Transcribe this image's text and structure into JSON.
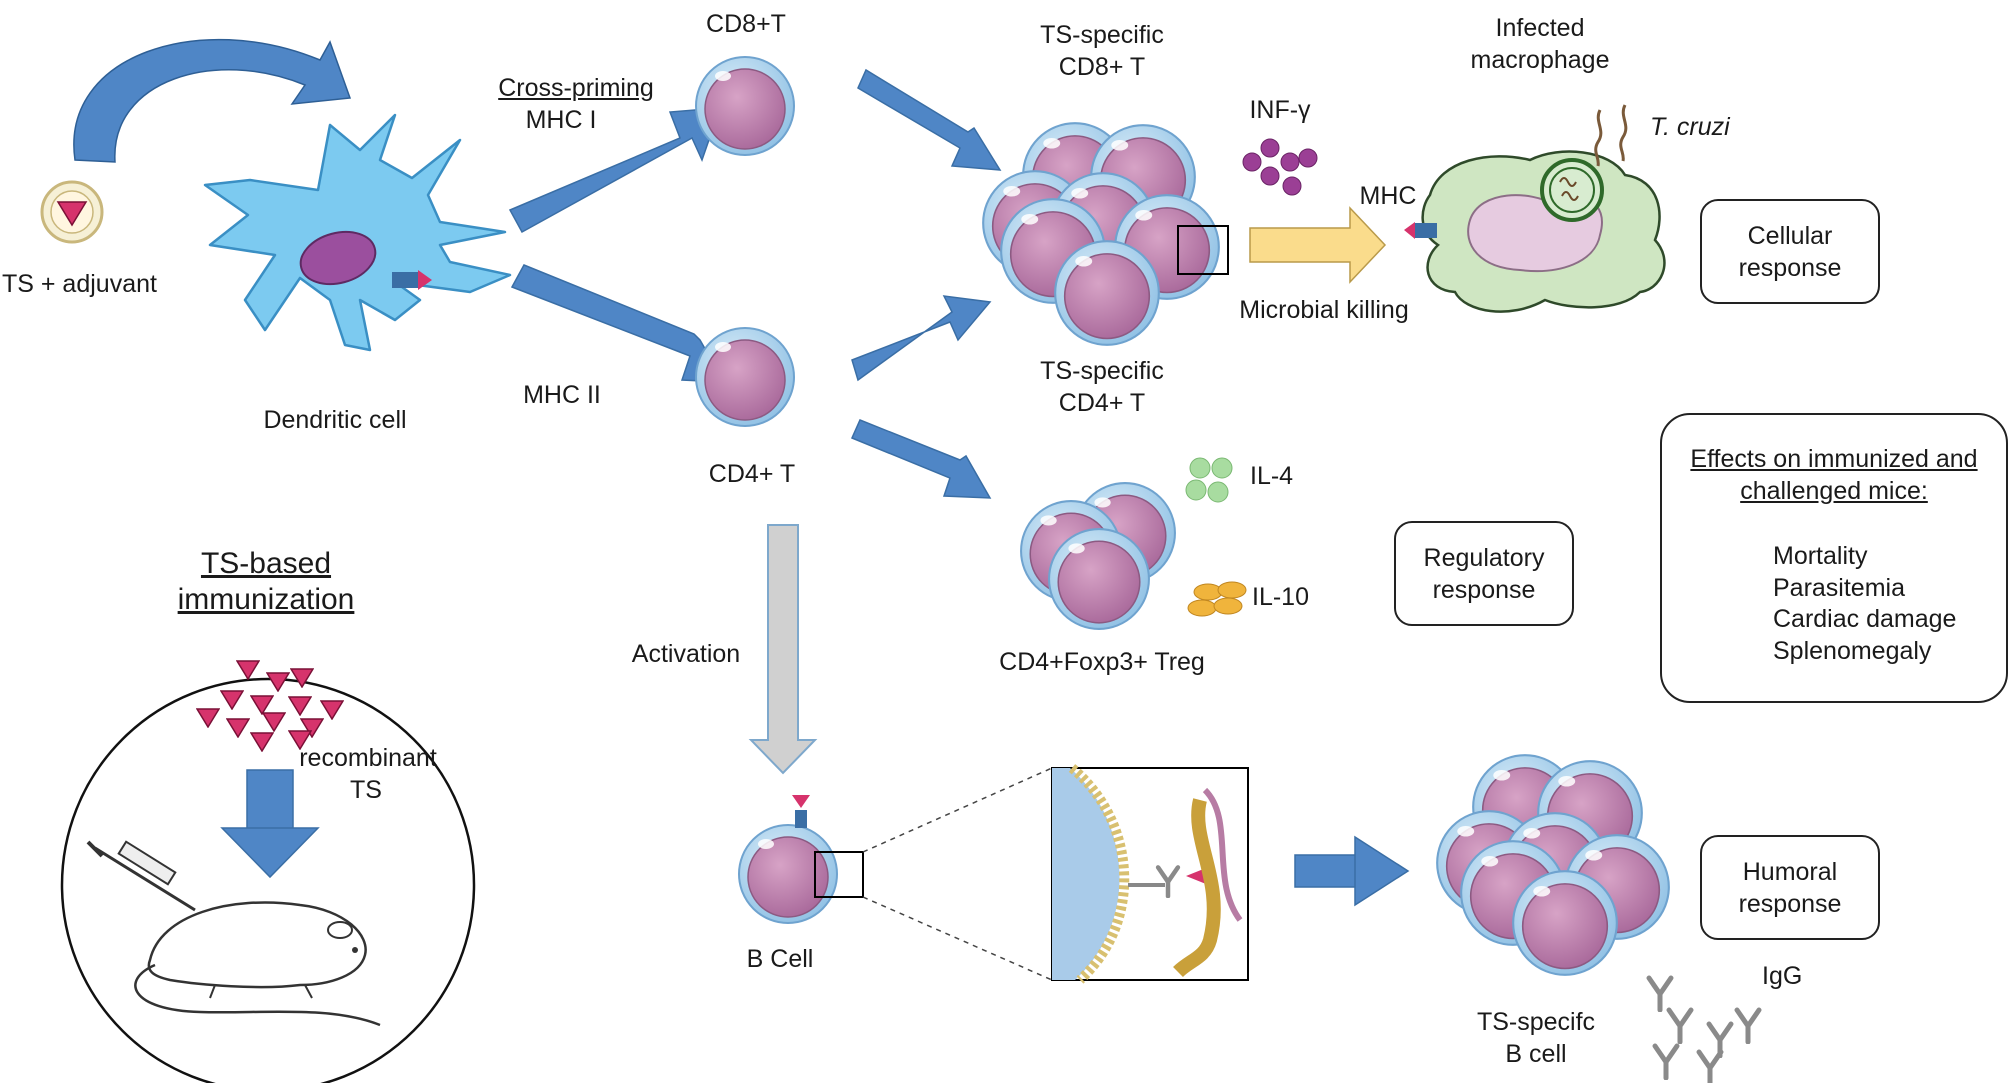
{
  "left": {
    "ts_adjuvant": "TS + adjuvant",
    "dendritic_cell": "Dendritic cell",
    "immunization_title_1": "TS-based",
    "immunization_title_2": "immunization",
    "recombinant_1": "recombinant",
    "recombinant_2": "TS"
  },
  "pathway": {
    "cross_priming": "Cross-priming",
    "mhc1": "MHC I",
    "mhc2": "MHC II",
    "cd8": "CD8+T",
    "cd4": "CD4+ T",
    "activation": "Activation",
    "b_cell": "B Cell"
  },
  "cellular": {
    "ts_cd8_1": "TS-specific",
    "ts_cd8_2": "CD8+ T",
    "ts_cd4_1": "TS-specific",
    "ts_cd4_2": "CD4+ T",
    "inf": "INF-γ",
    "mhc": "MHC",
    "microbial_killing": "Microbial killing",
    "macrophage_1": "Infected",
    "macrophage_2": "macrophage",
    "t_cruzi": "T. cruzi",
    "box_1": "Cellular",
    "box_2": "response"
  },
  "regulatory": {
    "il4": "IL-4",
    "il10": "IL-10",
    "treg": "CD4+Foxp3+ Treg",
    "box_1": "Regulatory",
    "box_2": "response"
  },
  "effects": {
    "title_1": "Effects on immunized and",
    "title_2": "challenged mice:",
    "items": [
      "Mortality",
      "Parasitemia",
      "Cardiac damage",
      "Splenomegaly"
    ]
  },
  "humoral": {
    "b_cell_1": "TS-specifc",
    "b_cell_2": "B cell",
    "igg": "IgG",
    "box_1": "Humoral",
    "box_2": "response"
  },
  "colors": {
    "arrow_blue": "#4f86c6",
    "cell_pink": "#b77ca4",
    "membrane_blue": "#9cc8e8",
    "dendritic": "#6ec3ea",
    "macrophage": "#cfe6c2",
    "inf_purple": "#9b3f95",
    "il4_green": "#a8dca0",
    "il10_orange": "#f0b43c",
    "ts_red": "#d6336c",
    "yellow_arrow": "#fadc8c"
  }
}
